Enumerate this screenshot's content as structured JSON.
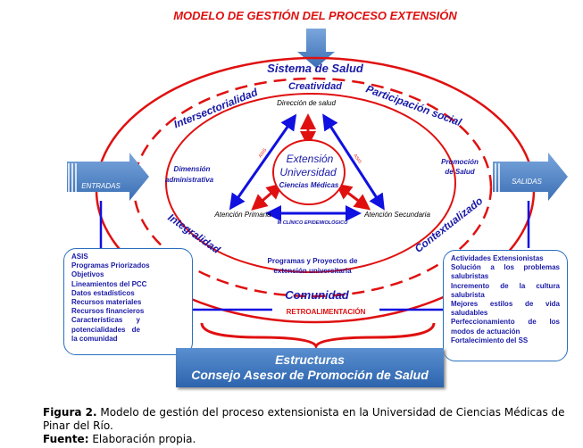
{
  "title": "MODELO  DE GESTIÓN DEL PROCESO EXTENSIÓN",
  "ring_labels": {
    "top": "Sistema de Salud",
    "creatividad": "Creatividad",
    "intersectorialidad": "Intersectorialidad",
    "participacion": "Participación social",
    "integralidad": "Integralidad",
    "contextualizado": "Contextualizado",
    "comunidad": "Comunidad"
  },
  "inner": {
    "direccion": "Dirección de salud",
    "dimension1": "Dimensión",
    "dimension2": "administrativa",
    "promocion1": "Promoción",
    "promocion2": "de Salud",
    "asis_left": "ASIS",
    "asis_right": "ASIS",
    "center1": "Extensión",
    "center2": "Universidad",
    "center3": "Ciencias Médicas",
    "primaria": "Atención Primaria",
    "secundaria": "Atención Secundaria",
    "clinico": "M CLÍNICO EPIDEMIOLÓGICO",
    "programas1": "Programas y Proyectos de",
    "programas2": "extensión universitaria"
  },
  "entradas": "ENTRADAS",
  "salidas": "SALIDAS",
  "retro": "RETROALIMENTACIÓN",
  "inputs": [
    "ASIS",
    "Programas Priorizados",
    "Objetivos",
    "Lineamientos  del PCC",
    "Datos estadísticos",
    "Recursos materiales",
    "Recursos financieros",
    "Características y potencialidades de la comunidad"
  ],
  "outputs": [
    "Actividades Extensionistas",
    "Solución a los problemas salubristas",
    "Incremento de la cultura salubrista",
    "Mejores estilos de vida saludables",
    "Perfeccionamiento de los modos de actuación",
    "Fortalecimiento del SS"
  ],
  "structures": {
    "line1": "Estructuras",
    "line2": "Consejo Asesor de Promoción de Salud"
  },
  "caption": {
    "fig_label": "Figura 2.",
    "fig_text": " Modelo de gestión del proceso extensionista en la Universidad de Ciencias Médicas de Pinar del Río.",
    "src_label": "Fuente:",
    "src_text": " Elaboración propia."
  }
}
